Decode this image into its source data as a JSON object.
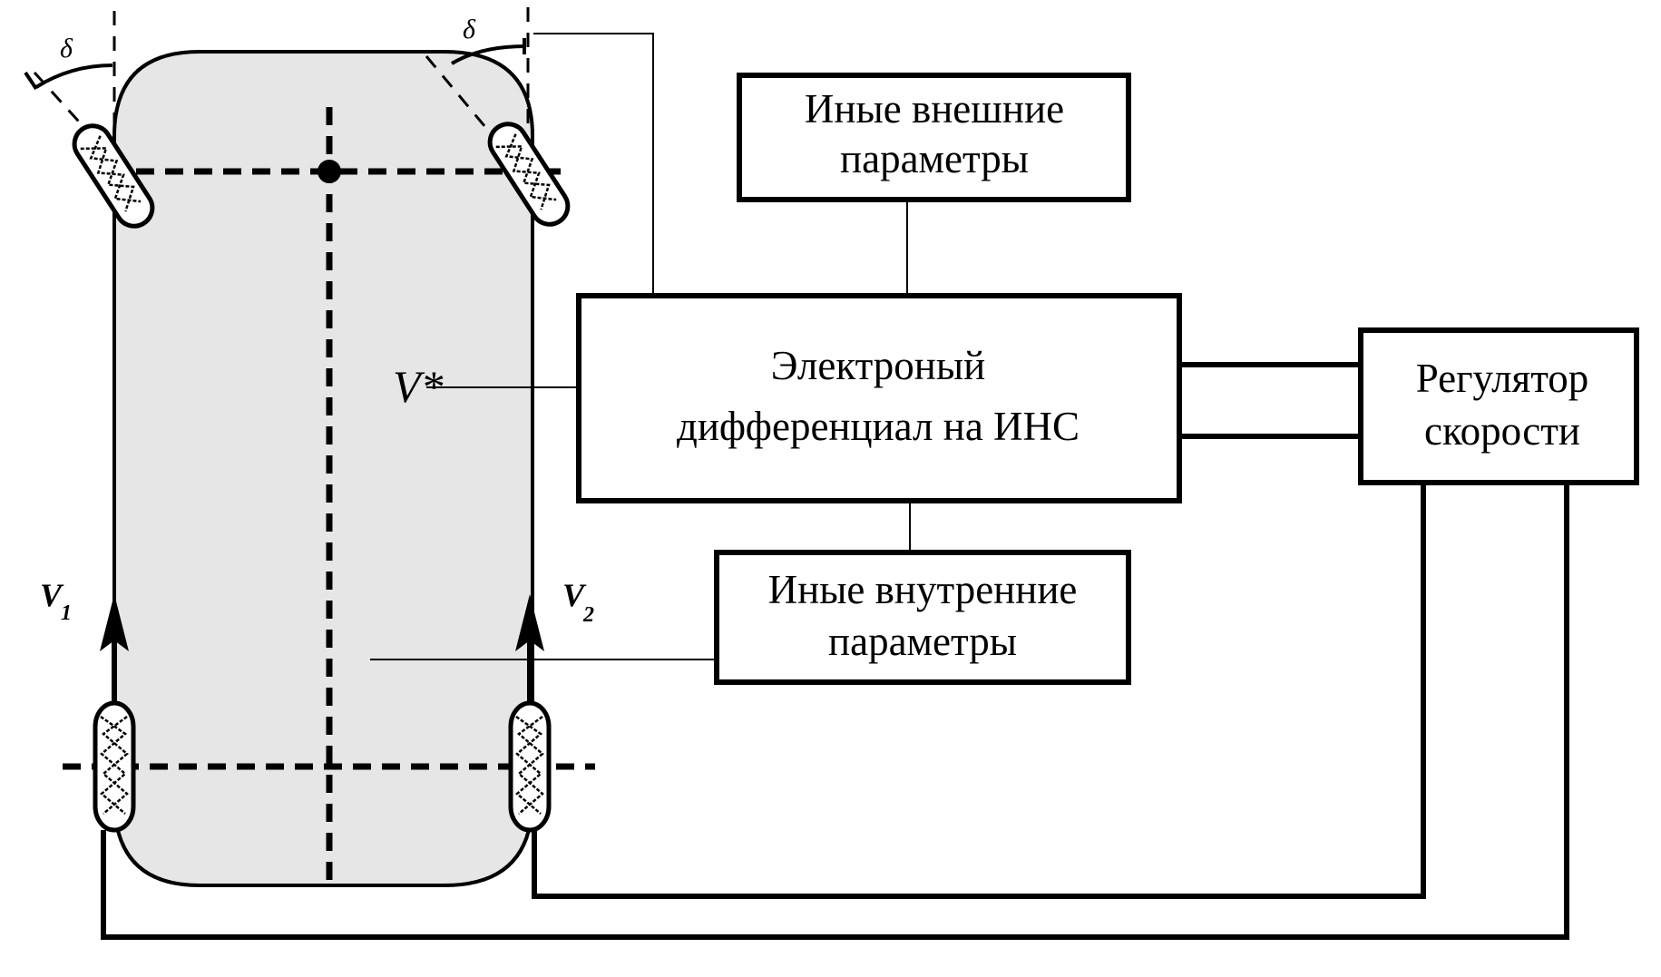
{
  "diagram": {
    "title": "Electronic differential on ANN — block diagram with vehicle model",
    "blocks": {
      "external_params": {
        "line1": "Иные внешние",
        "line2": "параметры"
      },
      "electronic_differential": {
        "line1": "Электроный",
        "line2": "дифференциал на ИНС"
      },
      "internal_params": {
        "line1": "Иные внутренние",
        "line2": "параметры"
      },
      "speed_regulator": {
        "line1": "Регулятор",
        "line2": "скорости"
      }
    },
    "symbols": {
      "steer_angle_left": "δ",
      "steer_angle_right": "δ",
      "speed_reference": "V*",
      "speed_left": "V",
      "speed_left_sub": "1",
      "speed_right": "V",
      "speed_right_sub": "2"
    },
    "colors": {
      "line": "#000000",
      "vehicle_body": "#e6e6e6",
      "background": "#ffffff"
    }
  }
}
